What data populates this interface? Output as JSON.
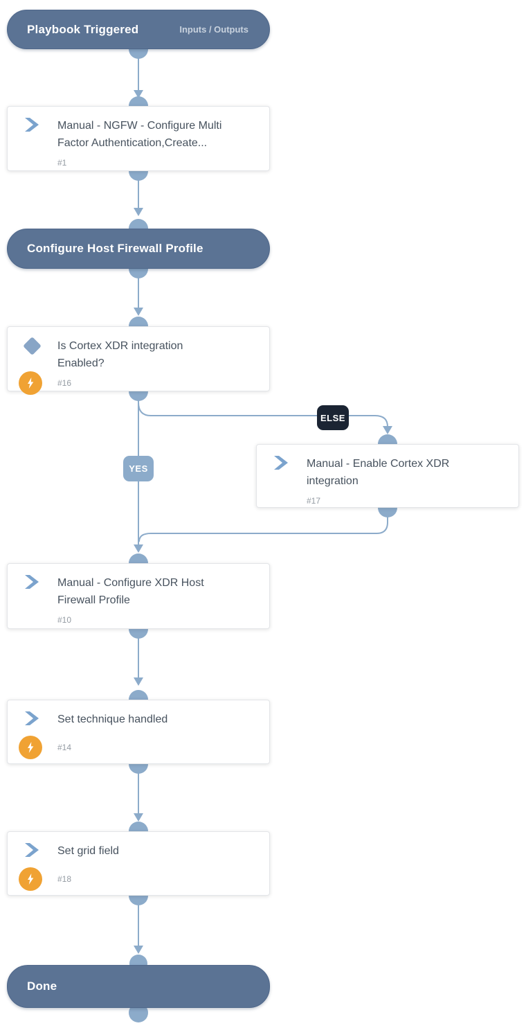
{
  "nodes": {
    "playbook_triggered": {
      "title": "Playbook Triggered",
      "link": "Inputs / Outputs"
    },
    "task1": {
      "title_lines": [
        "Manual - NGFW - Configure Multi",
        "Factor Authentication,Create..."
      ],
      "id": "#1"
    },
    "section_firewall": {
      "title": "Configure Host Firewall Profile"
    },
    "cond16": {
      "title_lines": [
        "Is Cortex XDR integration",
        "Enabled?"
      ],
      "id": "#16"
    },
    "task17": {
      "title_lines": [
        "Manual - Enable Cortex XDR",
        "integration"
      ],
      "id": "#17"
    },
    "task10": {
      "title_lines": [
        "Manual - Configure XDR Host",
        "Firewall Profile"
      ],
      "id": "#10"
    },
    "task14": {
      "title_lines": [
        "Set technique handled"
      ],
      "id": "#14"
    },
    "task18": {
      "title_lines": [
        "Set grid field"
      ],
      "id": "#18"
    },
    "done": {
      "title": "Done"
    }
  },
  "edge_labels": {
    "yes": "YES",
    "else_label": "ELSE"
  },
  "colors": {
    "section_pill": "#5b7394",
    "connector": "#8cabca",
    "else_badge": "#1b2433",
    "yes_badge": "#8cabca",
    "lightning_badge": "#f0a233",
    "chevron_icon": "#7ba3cd",
    "diamond_icon": "#88a5c6",
    "card_title_text": "#47525e",
    "task_id_text": "#949ba3"
  }
}
